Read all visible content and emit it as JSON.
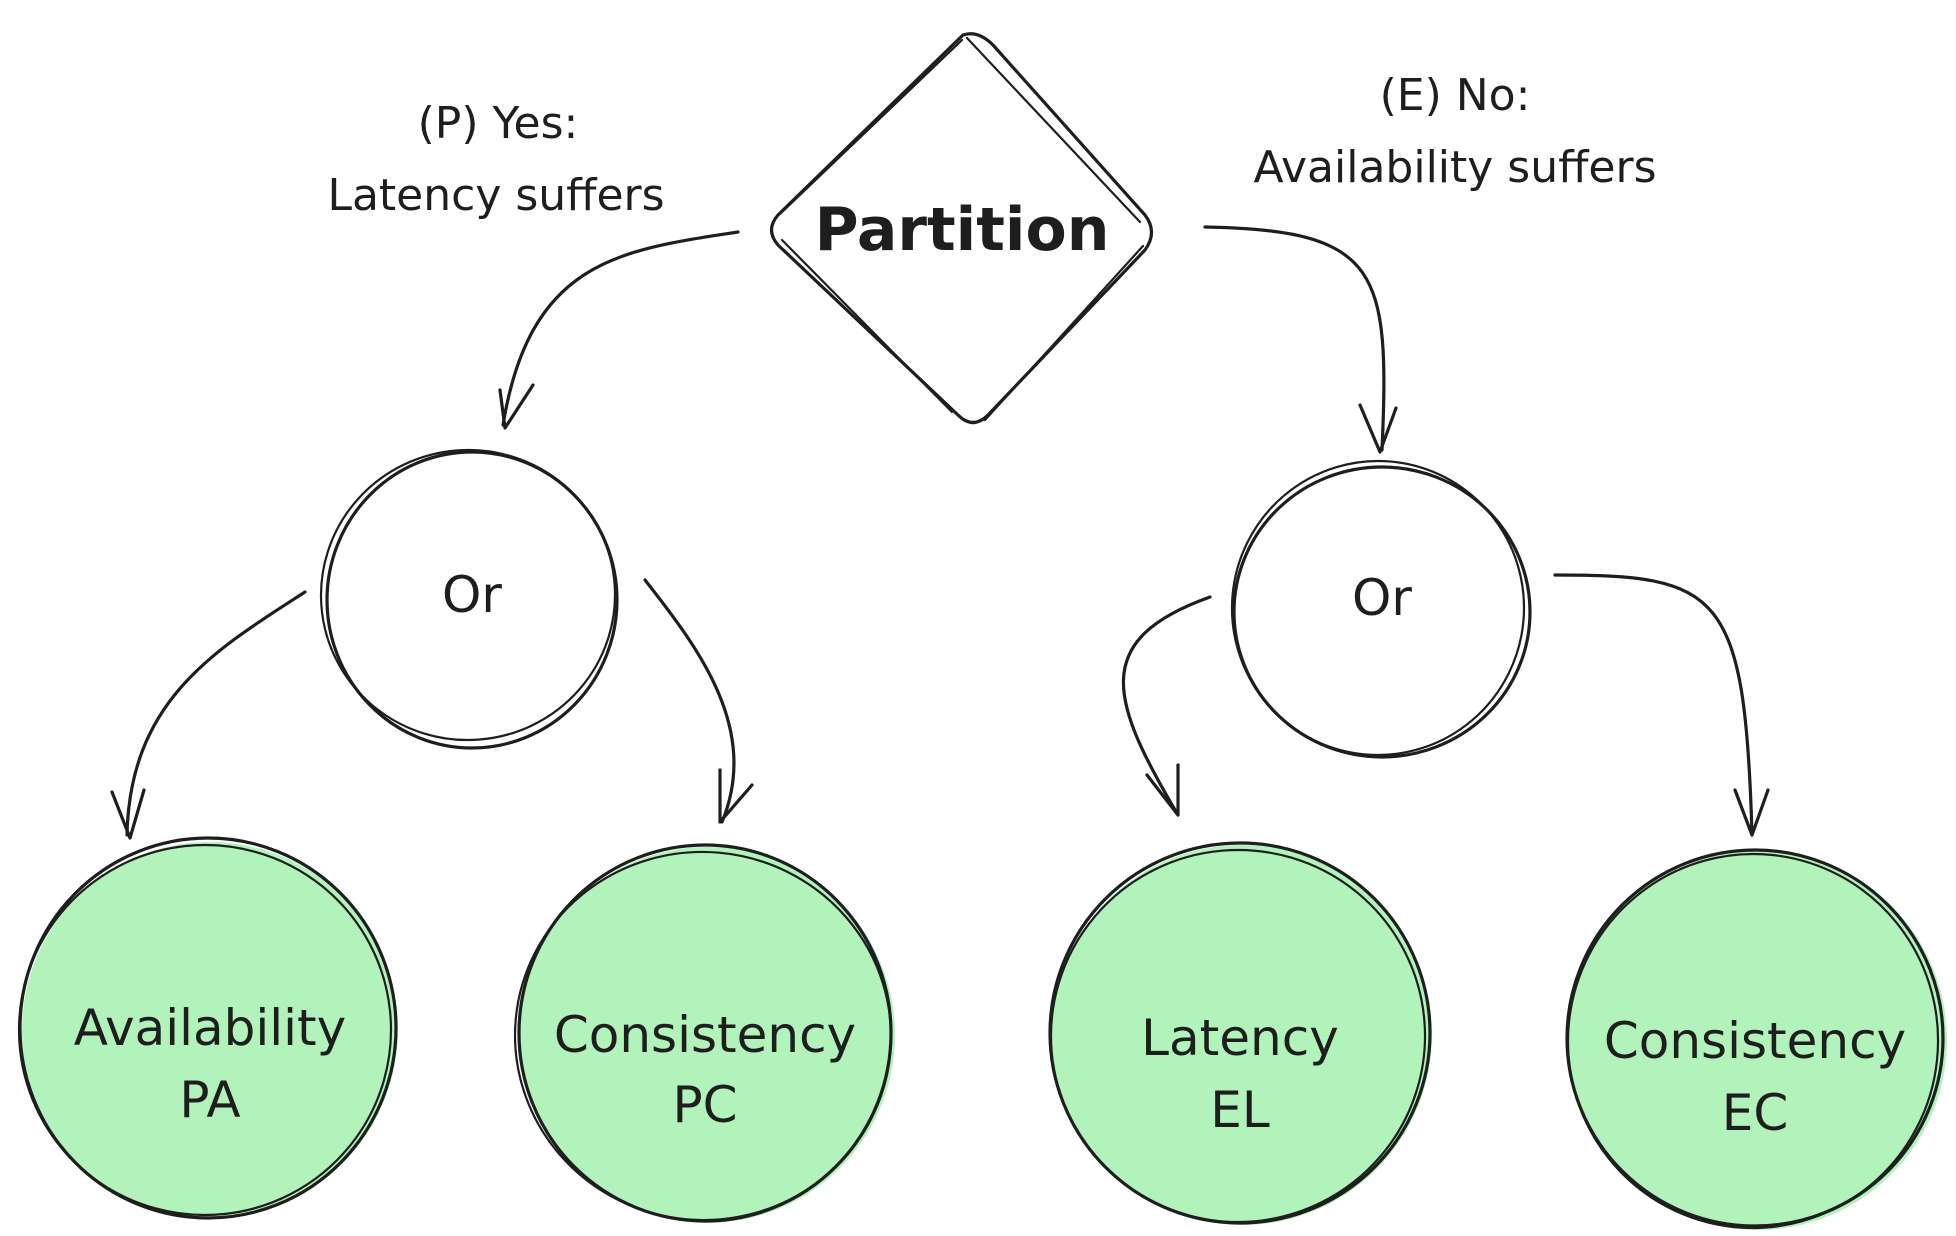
{
  "diagram": {
    "decision": {
      "label": "Partition"
    },
    "edge_labels": {
      "yes_line1": "(P) Yes:",
      "yes_line2": "Latency suffers",
      "no_line1": "(E) No:",
      "no_line2": "Availability suffers"
    },
    "or_nodes": {
      "left": "Or",
      "right": "Or"
    },
    "leaves": {
      "pa": {
        "line1": "Availability",
        "line2": "PA"
      },
      "pc": {
        "line1": "Consistency",
        "line2": "PC"
      },
      "el": {
        "line1": "Latency",
        "line2": "EL"
      },
      "ec": {
        "line1": "Consistency",
        "line2": "EC"
      }
    },
    "colors": {
      "leaf_fill": "#b2f2bb",
      "stroke": "#1e1e1e"
    }
  }
}
